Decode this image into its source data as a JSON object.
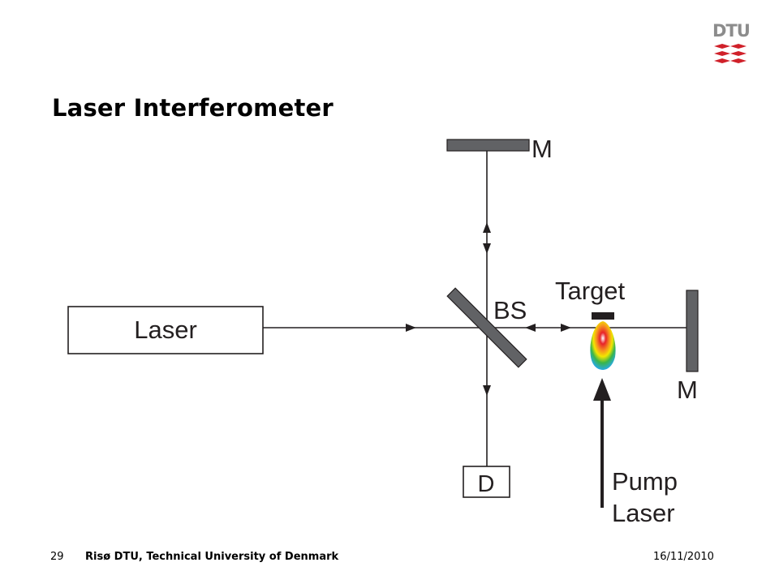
{
  "slide": {
    "title": "Laser Interferometer",
    "page_number": "29",
    "organization": "Risø DTU, Technical University of Denmark",
    "date": "16/11/2010"
  },
  "logo": {
    "text": "DTU",
    "color_text": "#8c8c8c",
    "color_mark": "#d0212a"
  },
  "diagram": {
    "laser_label": "Laser",
    "beam_splitter_label": "BS",
    "mirror_top_label": "M",
    "mirror_right_label": "M",
    "detector_label": "D",
    "target_label": "Target",
    "pump_label_line1": "Pump",
    "pump_label_line2": "Laser",
    "mirror_color": "#616265",
    "line_color": "#231f20"
  }
}
